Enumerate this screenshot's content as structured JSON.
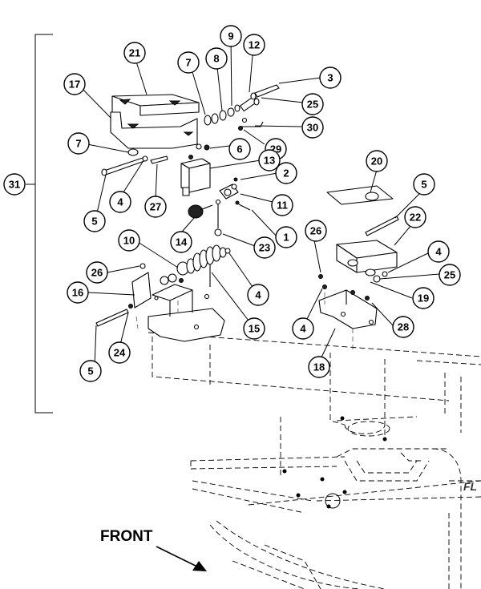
{
  "labels": {
    "front": "FRONT",
    "hood_text": "FL"
  },
  "callouts": [
    "31",
    "21",
    "17",
    "7",
    "8",
    "9",
    "12",
    "3",
    "25",
    "30",
    "29",
    "6",
    "13",
    "2",
    "11",
    "1",
    "27",
    "4",
    "5",
    "14",
    "23",
    "10",
    "26",
    "16",
    "15",
    "24",
    "20",
    "22",
    "19",
    "18",
    "28"
  ]
}
